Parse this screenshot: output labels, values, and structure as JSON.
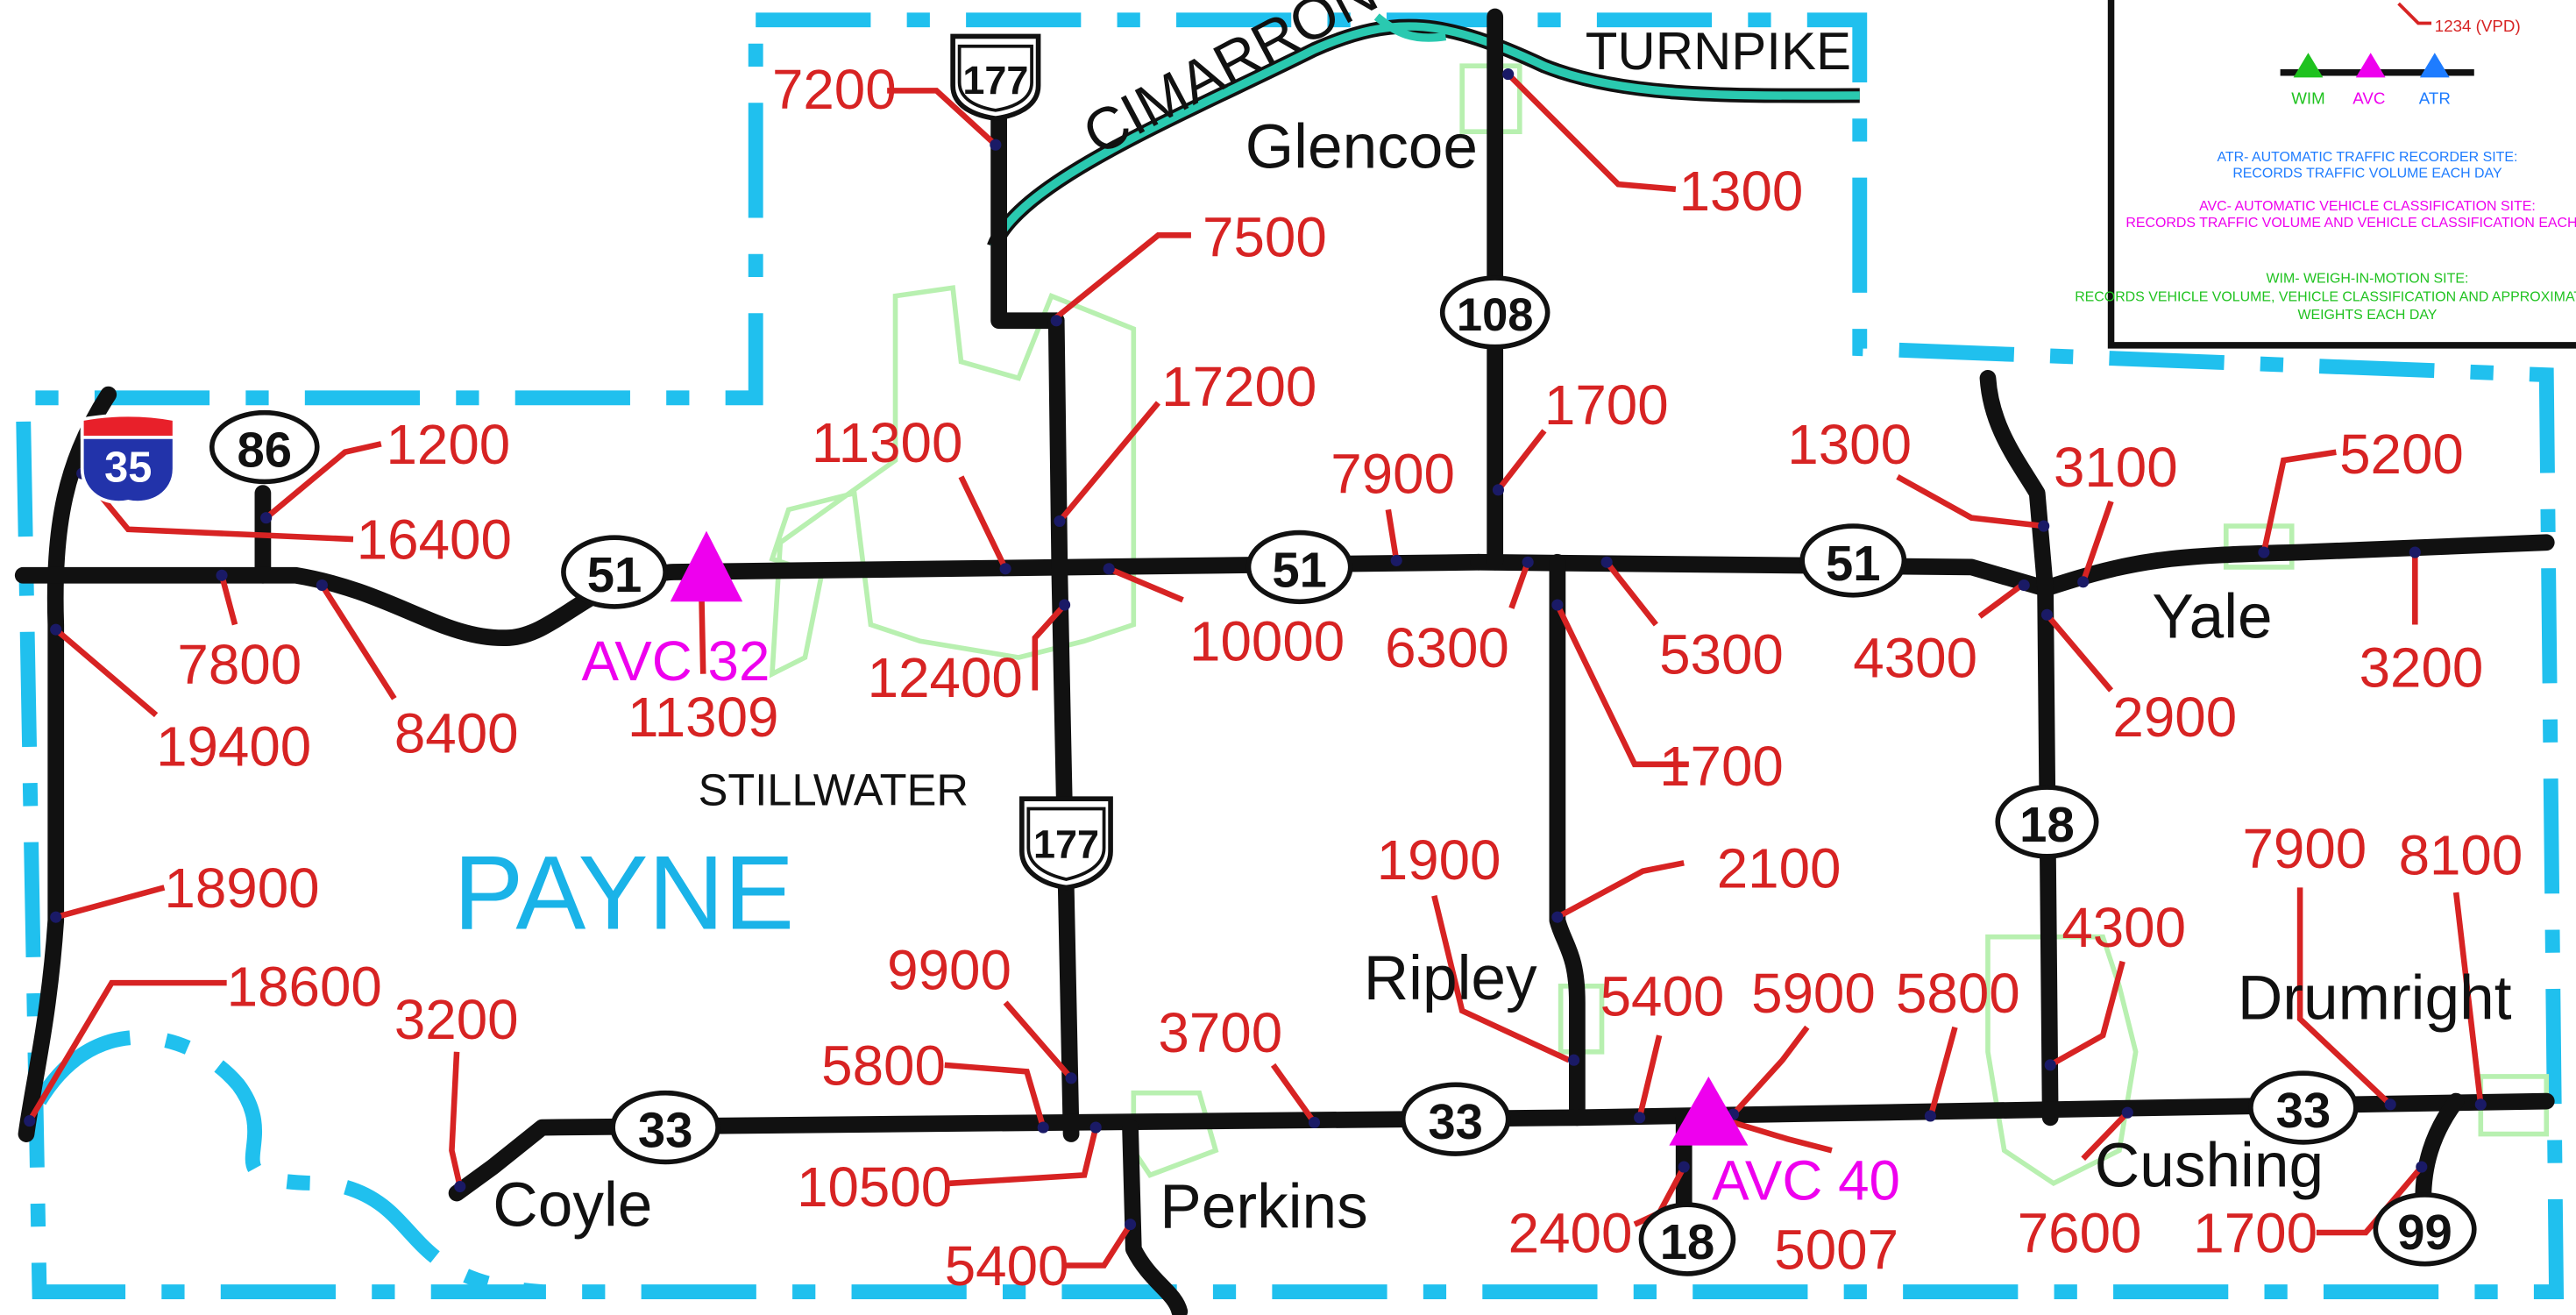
{
  "county": "PAYNE",
  "towns": {
    "glencoe": "Glencoe",
    "stillwater": "STILLWATER",
    "ripley": "Ripley",
    "yale": "Yale",
    "drumright": "Drumright",
    "cushing": "Cushing",
    "perkins": "Perkins",
    "coyle": "Coyle"
  },
  "turnpike": {
    "part1": "CIMARRON",
    "part2": "TURNPIKE"
  },
  "shields": {
    "i35": "35",
    "r86": "86",
    "r51a": "51",
    "r51b": "51",
    "r51c": "51",
    "r177a": "177",
    "r177b": "177",
    "r108": "108",
    "r18a": "18",
    "r18b": "18",
    "r33a": "33",
    "r33b": "33",
    "r33c": "33",
    "r99": "99"
  },
  "stations": {
    "avc32": {
      "label": "AVC 32",
      "count": "11309"
    },
    "avc40": {
      "label": "AVC 40",
      "count": "5007"
    }
  },
  "volumes": {
    "v7200": "7200",
    "v1300n": "1300",
    "v7500": "7500",
    "v17200": "17200",
    "v11300": "11300",
    "v1700n": "1700",
    "v7900w": "7900",
    "v1300e": "1300",
    "v3100": "3100",
    "v5200": "5200",
    "v1200": "1200",
    "v16400": "16400",
    "v7800": "7800",
    "v8400": "8400",
    "v19400": "19400",
    "v12400": "12400",
    "v10000": "10000",
    "v6300": "6300",
    "v5300": "5300",
    "v4300n": "4300",
    "v3200e": "3200",
    "v2900": "2900",
    "v1700s": "1700",
    "v18900": "18900",
    "v18600": "18600",
    "v3200w": "3200",
    "v9900": "9900",
    "v5800w": "5800",
    "v10500": "10500",
    "v5400s": "5400",
    "v3700": "3700",
    "v1900": "1900",
    "v2100": "2100",
    "v5400r": "5400",
    "v5900": "5900",
    "v5800e": "5800",
    "v4300s": "4300",
    "v7900e": "7900",
    "v8100": "8100",
    "v7600": "7600",
    "v1700e": "1700",
    "v2400": "2400"
  },
  "legend": {
    "sample_volume": "1234 (VPD)",
    "wim": "WIM",
    "avc": "AVC",
    "atr": "ATR",
    "atr_desc1": "ATR- AUTOMATIC TRAFFIC RECORDER SITE:",
    "atr_desc2": "RECORDS TRAFFIC VOLUME EACH DAY",
    "avc_desc1": "AVC- AUTOMATIC VEHICLE CLASSIFICATION SITE:",
    "avc_desc2": "RECORDS TRAFFIC VOLUME AND VEHICLE CLASSIFICATION EACH DAY",
    "wim_desc1": "WIM- WEIGH-IN-MOTION SITE:",
    "wim_desc2": "RECORDS VEHICLE VOLUME, VEHICLE CLASSIFICATION AND APPROXIMATE AXLE",
    "wim_desc3": "WEIGHTS EACH DAY"
  },
  "colors": {
    "volume": "#d72323",
    "border": "#20c0ee",
    "avc": "#ee00ee",
    "atr": "#1e7cff",
    "wim": "#1fc21f",
    "turnpike": "#2ac9b0",
    "interstate_red": "#e8202a",
    "interstate_blue": "#2233aa"
  }
}
